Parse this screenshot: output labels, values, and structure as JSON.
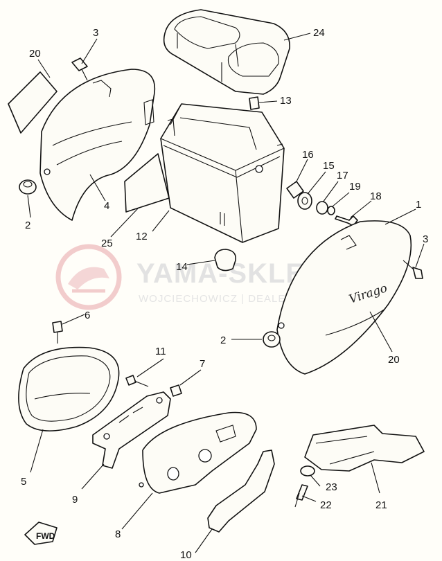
{
  "watermark": {
    "title": "YAMA-SKLEP.PL",
    "subtitle": "WOJCIECHOWICZ | DEALER YAM"
  },
  "badge_text": "Virago",
  "direction_marker": "FWD",
  "callouts": [
    {
      "id": "c20a",
      "text": "20"
    },
    {
      "id": "c3a",
      "text": "3"
    },
    {
      "id": "c24",
      "text": "24"
    },
    {
      "id": "c13",
      "text": "13"
    },
    {
      "id": "c16",
      "text": "16"
    },
    {
      "id": "c15",
      "text": "15"
    },
    {
      "id": "c17",
      "text": "17"
    },
    {
      "id": "c19",
      "text": "19"
    },
    {
      "id": "c18",
      "text": "18"
    },
    {
      "id": "c1",
      "text": "1"
    },
    {
      "id": "c3b",
      "text": "3"
    },
    {
      "id": "c4",
      "text": "4"
    },
    {
      "id": "c2a",
      "text": "2"
    },
    {
      "id": "c25",
      "text": "25"
    },
    {
      "id": "c12",
      "text": "12"
    },
    {
      "id": "c14",
      "text": "14"
    },
    {
      "id": "c6",
      "text": "6"
    },
    {
      "id": "c2b",
      "text": "2"
    },
    {
      "id": "c20b",
      "text": "20"
    },
    {
      "id": "c11",
      "text": "11"
    },
    {
      "id": "c7",
      "text": "7"
    },
    {
      "id": "c5",
      "text": "5"
    },
    {
      "id": "c9",
      "text": "9"
    },
    {
      "id": "c23",
      "text": "23"
    },
    {
      "id": "c21",
      "text": "21"
    },
    {
      "id": "c22",
      "text": "22"
    },
    {
      "id": "c8",
      "text": "8"
    },
    {
      "id": "c10",
      "text": "10"
    }
  ]
}
